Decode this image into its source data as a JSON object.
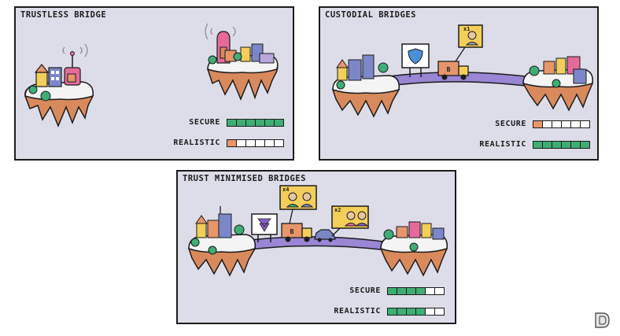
{
  "panels": {
    "trustless": {
      "title": "TRUSTLESS BRIDGE",
      "meters": [
        {
          "label": "SECURE",
          "filled": 6,
          "total": 6,
          "color": "#3fae74"
        },
        {
          "label": "REALISTIC",
          "filled": 1,
          "total": 6,
          "color": "#e8956b"
        }
      ]
    },
    "custodial": {
      "title": "CUSTODIAL BRIDGES",
      "badge": "x1",
      "truck_label": "B",
      "meters": [
        {
          "label": "SECURE",
          "filled": 1,
          "total": 6,
          "color": "#e8956b"
        },
        {
          "label": "REALISTIC",
          "filled": 6,
          "total": 6,
          "color": "#3fae74"
        }
      ]
    },
    "minimised": {
      "title": "TRUST MINIMISED BRIDGES",
      "badge_a": "x4",
      "badge_b": "x2",
      "truck_label": "B",
      "meters": [
        {
          "label": "SECURE",
          "filled": 4,
          "total": 6,
          "color": "#3fae74"
        },
        {
          "label": "REALISTIC",
          "filled": 4,
          "total": 6,
          "color": "#3fae74"
        }
      ]
    }
  },
  "colors": {
    "panel_bg": "#dcdde8",
    "bridge": "#9a86d4",
    "soil": "#d98a5c",
    "snow": "#f4f4f4",
    "tree": "#3fae74",
    "sign": "#f3cf5a"
  }
}
